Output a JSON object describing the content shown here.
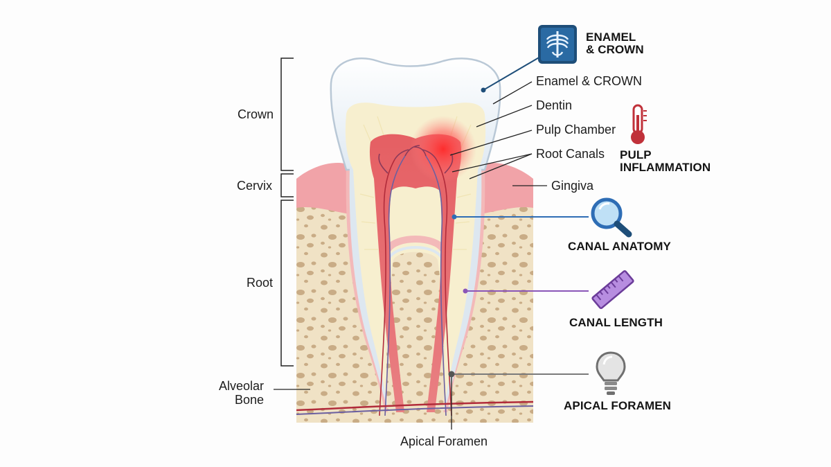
{
  "left_labels": {
    "crown": "Crown",
    "cervix": "Cervix",
    "root": "Root",
    "alveolar_bone": "Alveolar\nBone"
  },
  "right_labels": {
    "enamel_crown": "Enamel & CROWN",
    "dentin": "Dentin",
    "pulp_chamber": "Pulp Chamber",
    "root_canals": "Root Canals",
    "gingiva": "Gingiva"
  },
  "bottom_label": "Apical Foramen",
  "callouts": {
    "enamel": {
      "title": "ENAMEL\n& CROWN",
      "icon": "xray-icon",
      "color": "#1e4e79"
    },
    "pulp": {
      "title": "PULP\nINFLAMMATION",
      "icon": "thermometer-icon",
      "color": "#c0313a"
    },
    "canal_anatomy": {
      "title": "CANAL ANATOMY",
      "icon": "magnifier-icon",
      "color": "#2e6db5"
    },
    "canal_length": {
      "title": "CANAL LENGTH",
      "icon": "ruler-icon",
      "color": "#8a55b8"
    },
    "apical": {
      "title": "APICAL FORAMEN",
      "icon": "lightbulb-icon",
      "color": "#7a7a7a"
    }
  },
  "colors": {
    "enamel": "#eef4f9",
    "dentin": "#f7efcf",
    "pulp": "#df6b6b",
    "gingiva": "#f1a3a8",
    "bone": "#f0e2c5",
    "bone_pores": "#c9ac86"
  }
}
